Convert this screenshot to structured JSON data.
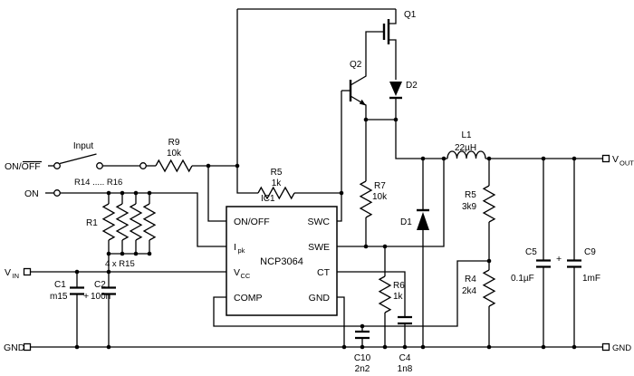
{
  "terminals": {
    "on_off_label": "ON/OFF",
    "on_label": "ON",
    "input_label": "Input",
    "vin_prefix": "V",
    "vin_sub": "IN",
    "vout_prefix": "V",
    "vout_sub": "OUT",
    "gnd_left_label": "GND",
    "gnd_right_label": "GND"
  },
  "ic1": {
    "designator": "IC1",
    "part_number": "NCP3064",
    "pin_on_off": "ON/OFF",
    "pin_ipk_prefix": "I",
    "pin_ipk_sub": "pk",
    "pin_vcc_prefix": "V",
    "pin_vcc_sub": "CC",
    "pin_comp": "COMP",
    "pin_swc": "SWC",
    "pin_swe": "SWE",
    "pin_ct": "CT",
    "pin_gnd": "GND"
  },
  "components": {
    "q1": {
      "designator": "Q1"
    },
    "q2": {
      "designator": "Q2"
    },
    "d1": {
      "designator": "D1"
    },
    "d2": {
      "designator": "D2"
    },
    "l1": {
      "designator": "L1",
      "value": "22µH"
    },
    "r9": {
      "designator": "R9",
      "value": "10k"
    },
    "r5_drive": {
      "designator": "R5",
      "value": "1k"
    },
    "r7": {
      "designator": "R7",
      "value": "10k"
    },
    "r6": {
      "designator": "R6",
      "value": "1k"
    },
    "r5_fb": {
      "designator": "R5",
      "value": "3k9"
    },
    "r4": {
      "designator": "R4",
      "value": "2k4"
    },
    "c1": {
      "designator": "C1",
      "value": "m15",
      "polarity": "+"
    },
    "c2": {
      "designator": "C2",
      "value": "100n"
    },
    "c5": {
      "designator": "C5",
      "value": "0.1µF"
    },
    "c9": {
      "designator": "C9",
      "value": "1mF",
      "polarity": "+"
    },
    "c10": {
      "designator": "C10",
      "value": "2n2"
    },
    "c4": {
      "designator": "C4",
      "value": "1n8"
    },
    "sense_network": {
      "range_label": "R14 ..... R16",
      "left_label": "R1",
      "note": "4 x R15"
    }
  }
}
